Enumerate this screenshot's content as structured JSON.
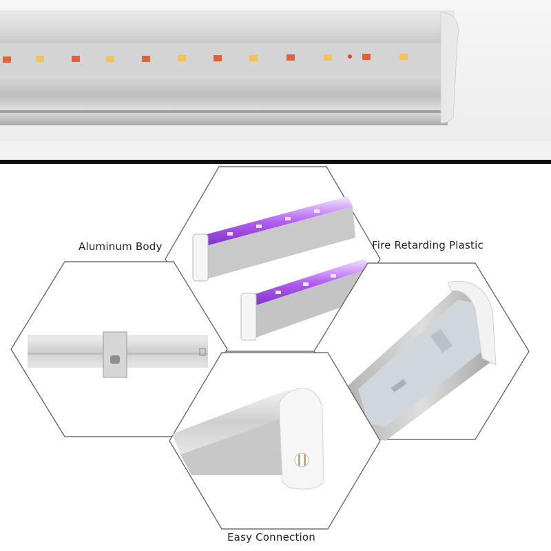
{
  "labels": {
    "aluminum": "Aluminum Body",
    "fire": "Fire Retarding Plastic",
    "easy": "Easy Connection"
  },
  "colors": {
    "background": "#ffffff",
    "divider": "#111111",
    "hex_border": "#555555",
    "uv_glow": "#b25cf0",
    "led_warm": "#f2c35a",
    "led_red": "#e0623a"
  },
  "icons": [
    "led-tube-photo",
    "uv-tube-photo",
    "clip-photo",
    "end-cap-photo",
    "diffuser-photo"
  ]
}
